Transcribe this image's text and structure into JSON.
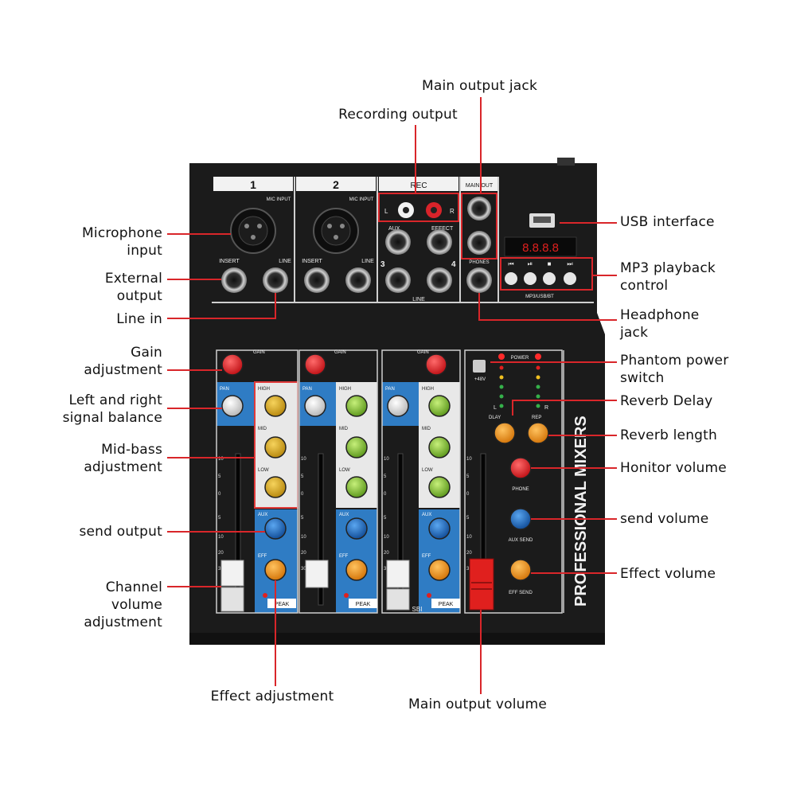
{
  "callouts": {
    "main_output_jack": "Main output jack",
    "recording_output": "Recording output",
    "microphone_input": [
      "Microphone",
      "input"
    ],
    "usb_interface": "USB interface",
    "external_output": [
      "External",
      "output"
    ],
    "mp3_playback_control": [
      "MP3 playback",
      "control"
    ],
    "line_in": "Line in",
    "headphone_jack": [
      "Headphone",
      "jack"
    ],
    "gain_adjustment": [
      "Gain",
      "adjustment"
    ],
    "phantom_power_switch": [
      "Phantom power",
      "switch"
    ],
    "left_right_balance": [
      "Left and right",
      "signal balance"
    ],
    "reverb_delay": "Reverb Delay",
    "mid_bass_adjustment": [
      "Mid-bass",
      "adjustment"
    ],
    "reverb_length": "Reverb length",
    "honitor_volume": "Honitor volume",
    "send_output": "send output",
    "send_volume": "send volume",
    "effect_volume": "Effect volume",
    "channel_volume": [
      "Channel",
      "volume",
      "adjustment"
    ],
    "effect_adjustment": "Effect adjustment",
    "main_output_volume": "Main output volume"
  },
  "panel": {
    "ch1": "1",
    "ch2": "2",
    "mic_input": "MIC INPUT",
    "insert": "INSERT",
    "line": "LINE",
    "rec": "REC",
    "l": "L",
    "r": "R",
    "aux": "AUX",
    "effect": "EFFECT",
    "ch3": "3",
    "ch4": "4",
    "main_out": "MAIN OUT",
    "phones": "PHONES",
    "display": "8.8.8.8",
    "mp3_label": "MP3/USB/BT",
    "gain": "GAIN",
    "pan": "PAN",
    "high": "HIGH",
    "mid": "MID",
    "low": "LOW",
    "eff": "EFF",
    "peak": "PEAK",
    "power": "POWER",
    "v48": "+48V",
    "dlay": "DLAY",
    "rep": "REP",
    "phone": "PHONE",
    "aux_send": "AUX SEND",
    "eff_send": "EFF SEND",
    "brand": "PROFESSIONAL MIXERS",
    "sbi": "SBI"
  },
  "colors": {
    "callout_line": "#d9262a",
    "panel_black": "#1a1a1a",
    "knob_red": "#d8232a",
    "knob_yellow": "#d4a017",
    "knob_green": "#8cc63f",
    "knob_blue": "#1f6fc7",
    "knob_orange": "#f39b1f",
    "strip_blue": "#2f7cc4",
    "strip_white": "#e8e8e8"
  }
}
